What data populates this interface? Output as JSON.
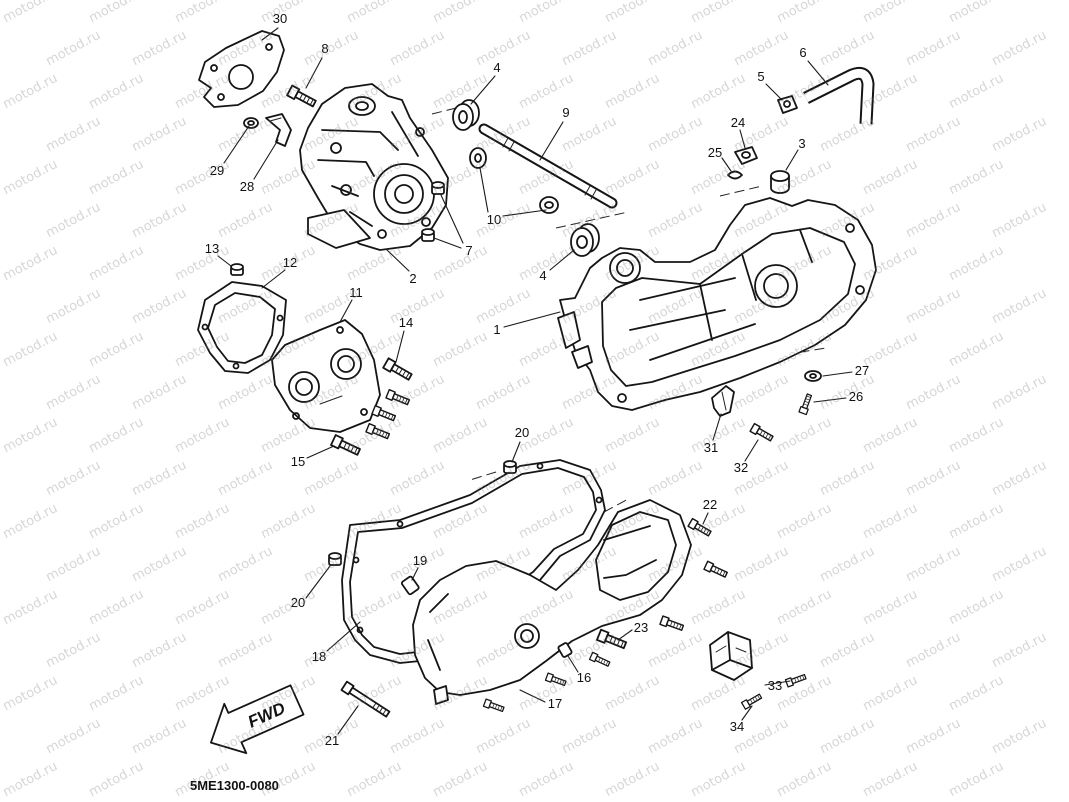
{
  "diagram": {
    "code": "5ME1300-0080",
    "direction_label": "FWD",
    "watermark": "motod.ru",
    "callouts": [
      "30",
      "8",
      "4",
      "9",
      "6",
      "5",
      "24",
      "25",
      "3",
      "29",
      "28",
      "10",
      "7",
      "2",
      "13",
      "12",
      "11",
      "4",
      "1",
      "14",
      "27",
      "26",
      "15",
      "31",
      "32",
      "20",
      "22",
      "19",
      "20",
      "23",
      "18",
      "16",
      "33",
      "17",
      "21",
      "34"
    ]
  }
}
